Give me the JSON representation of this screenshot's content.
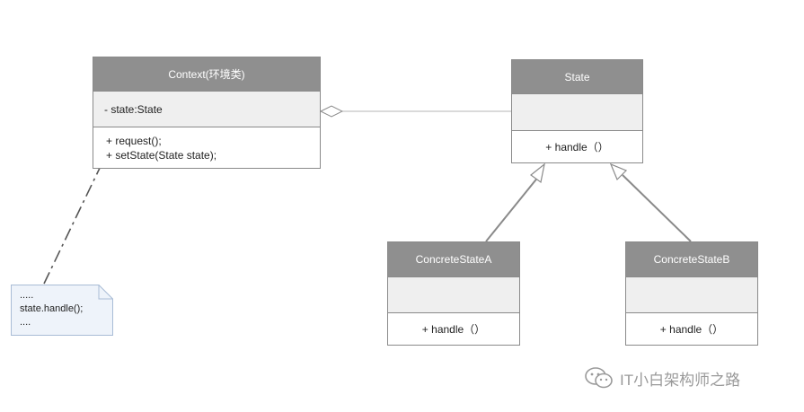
{
  "context": {
    "title": "Context(环境类)",
    "attribute": "- state:State",
    "methods": [
      "+ request();",
      "+ setState(State state);"
    ]
  },
  "state": {
    "title": "State",
    "methods": [
      "+ handle（）"
    ]
  },
  "concrete_a": {
    "title": "ConcreteStateA",
    "methods": [
      "+ handle（）"
    ]
  },
  "concrete_b": {
    "title": "ConcreteStateB",
    "methods": [
      "+ handle（）"
    ]
  },
  "note": {
    "lines": [
      ".....",
      "state.handle();",
      "...."
    ]
  },
  "watermark": {
    "text": "IT小白架构师之路",
    "icon": "wechat-icon"
  },
  "colors": {
    "header_bg": "#8f8f8f",
    "attr_bg": "#efefef",
    "border": "#8a8a8a",
    "note_bg": "#eef3fa",
    "note_border": "#a9bcd6"
  }
}
